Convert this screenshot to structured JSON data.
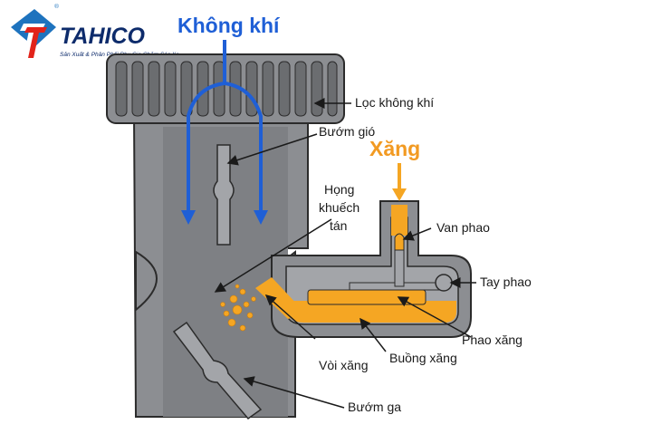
{
  "brand": {
    "name": "TAHICO",
    "tagline": "Sản Xuất & Phân Phối Phụ Gia Chăm Sóc Xe",
    "registered_mark": "®",
    "color_blue": "#1e73be",
    "color_navy": "#0d2b6b",
    "color_red": "#e2231a"
  },
  "labels": {
    "air": "Không khí",
    "fuel": "Xăng",
    "air_filter": "Lọc không khí",
    "choke_valve": "Bướm gió",
    "venturi_line1": "Họng",
    "venturi_line2": "khuếch",
    "venturi_line3": "tán",
    "needle_valve": "Van phao",
    "float_arm": "Tay phao",
    "float": "Phao xăng",
    "fuel_jet": "Vòi xăng",
    "float_chamber": "Buồng xăng",
    "throttle_valve": "Bướm ga"
  },
  "colors": {
    "body_gray": "#8c8e92",
    "body_dark": "#6b6d70",
    "outline": "#2b2b2b",
    "air_blue": "#1f5fd6",
    "fuel_orange": "#f5a623",
    "fuel_text_orange": "#f29a22"
  }
}
